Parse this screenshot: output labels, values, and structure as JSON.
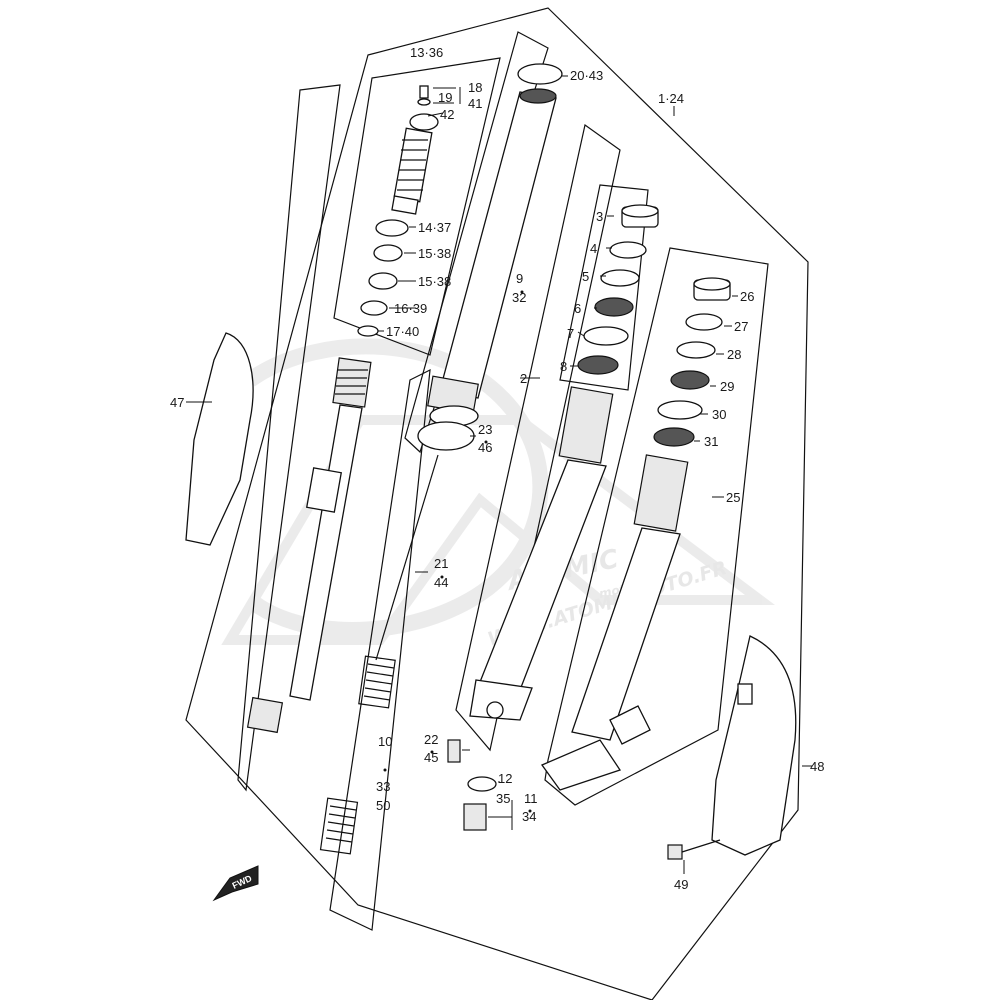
{
  "watermark": {
    "brand": "ATOMIC",
    "brand_sub": "moto",
    "url": "WWW.ATOMICMOTO.FR"
  },
  "fwd_label": "FWD",
  "labels": {
    "p13_36": "13·36",
    "p18": "18",
    "p19": "19",
    "p41": "41",
    "p42": "42",
    "p14_37": "14·37",
    "p15_38a": "15·38",
    "p15_38b": "15·38",
    "p16_39": "16·39",
    "p17_40": "17·40",
    "p20_43": "20·43",
    "p1_24": "1·24",
    "p9": "9",
    "p32": "32",
    "p2": "2",
    "p3": "3",
    "p4": "4",
    "p5": "5",
    "p6": "6",
    "p7": "7",
    "p8": "8",
    "p26": "26",
    "p27": "27",
    "p28": "28",
    "p29": "29",
    "p30": "30",
    "p31": "31",
    "p25": "25",
    "p47": "47",
    "p23": "23",
    "p46": "46",
    "p21": "21",
    "p44": "44",
    "p22": "22",
    "p45": "45",
    "p10": "10",
    "p33": "33",
    "p50": "50",
    "p12": "12",
    "p35": "35",
    "p11": "11",
    "p34": "34",
    "p48": "48",
    "p49": "49"
  }
}
